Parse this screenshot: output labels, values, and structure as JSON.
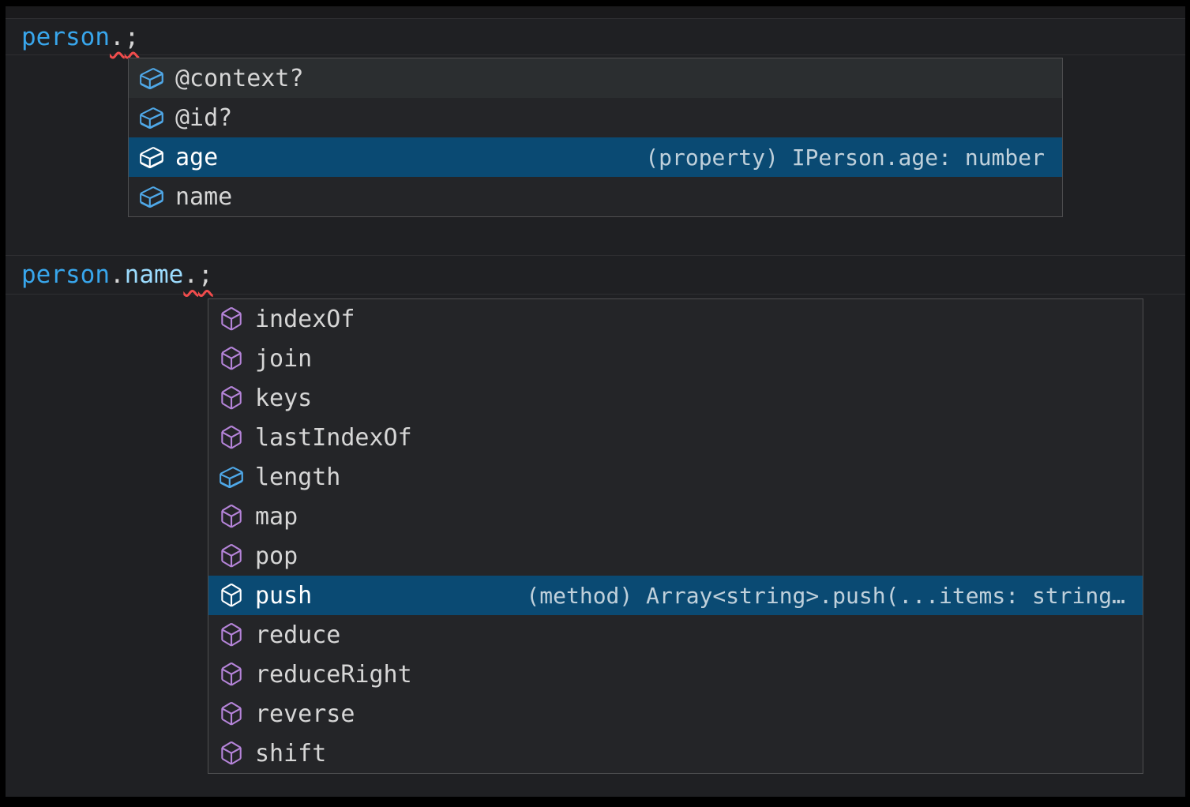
{
  "app": {
    "name": "code-editor-intellisense-suggest"
  },
  "colors": {
    "editor_background": "#1f2023",
    "widget_background": "#242528",
    "widget_border": "#4e4e50",
    "selection_background": "#0a4a73",
    "hover_background": "#2b2e30",
    "field_icon_blue": "#4fa8e8",
    "method_icon_purple": "#b584d9",
    "variable_text": "#38a6ec",
    "property_text": "#9cdcfe",
    "punctuation_text": "#d4d4d4",
    "error_squiggle_red": "#f14c4c"
  },
  "code": {
    "line1": {
      "variable": "person",
      "dot": ".",
      "semicolon": ";"
    },
    "line2": {
      "variable": "person",
      "dot1": ".",
      "property": "name",
      "dot2": ".",
      "semicolon": ";"
    }
  },
  "suggest1": {
    "items": [
      {
        "label": "@context?",
        "kind": "field"
      },
      {
        "label": "@id?",
        "kind": "field"
      },
      {
        "label": "age",
        "kind": "field",
        "selected": true,
        "detail": "(property) IPerson.age: number"
      },
      {
        "label": "name",
        "kind": "field"
      }
    ]
  },
  "suggest2": {
    "items": [
      {
        "label": "indexOf",
        "kind": "method"
      },
      {
        "label": "join",
        "kind": "method"
      },
      {
        "label": "keys",
        "kind": "method"
      },
      {
        "label": "lastIndexOf",
        "kind": "method"
      },
      {
        "label": "length",
        "kind": "field"
      },
      {
        "label": "map",
        "kind": "method"
      },
      {
        "label": "pop",
        "kind": "method"
      },
      {
        "label": "push",
        "kind": "method",
        "selected": true,
        "detail": "(method) Array<string>.push(...items: string…"
      },
      {
        "label": "reduce",
        "kind": "method"
      },
      {
        "label": "reduceRight",
        "kind": "method"
      },
      {
        "label": "reverse",
        "kind": "method"
      },
      {
        "label": "shift",
        "kind": "method"
      }
    ]
  }
}
